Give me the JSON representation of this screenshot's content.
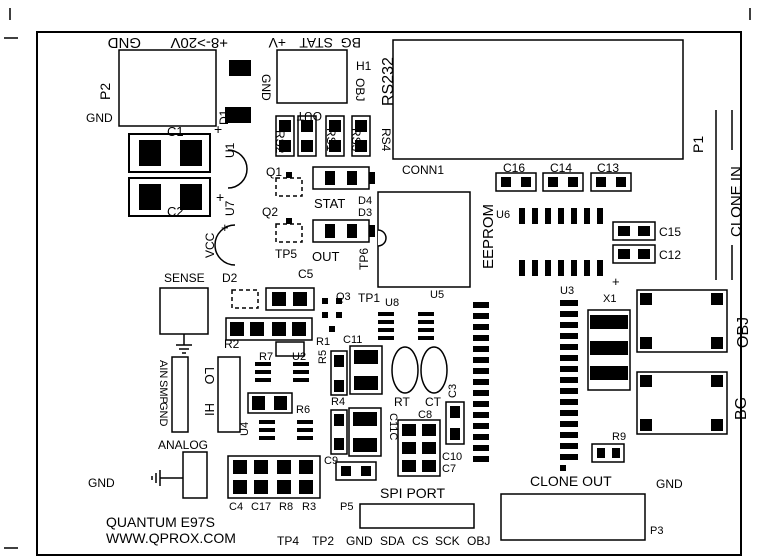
{
  "board": {
    "name": "QUANTUM E97S",
    "url": "WWW.QPROX.COM"
  },
  "labels": {
    "gnd_top": "GND",
    "vin_range": "+8->20V",
    "plus_v": "+V",
    "stat_top": "STAT",
    "bg_top": "BG",
    "h1": "H1",
    "obj_rot": "OBJ",
    "gnd_rot": "GND",
    "out_rot": "OUT",
    "rs232": "RS232",
    "p2": "P2",
    "gnd_left": "GND",
    "d1": "D1",
    "c1": "C1",
    "u1": "U1",
    "rs2": "RS2",
    "rs3": "RS3",
    "rs4": "RS4",
    "rs1": "RS1",
    "conn1": "CONN1",
    "p1": "P1",
    "clone_in": "CLONE IN",
    "c16": "C16",
    "c14": "C14",
    "c13": "C13",
    "q1": "Q1",
    "q2": "Q2",
    "stat_mid": "STAT",
    "d4": "D4",
    "d3": "D3",
    "u6": "U6",
    "c2": "C2",
    "u7": "U7",
    "vcc": "VCC",
    "c15": "C15",
    "c12": "C12",
    "tp5": "TP5",
    "out_mid": "OUT",
    "tp6": "TP6",
    "eeprom": "EEPROM",
    "c5": "C5",
    "sense": "SENSE",
    "d2": "D2",
    "q3": "Q3",
    "tp1": "TP1",
    "u8": "U8",
    "u5": "U5",
    "u3": "U3",
    "x1": "X1",
    "obj_right": "OBJ",
    "r1": "R1",
    "r2": "R2",
    "c11": "C11",
    "r7": "R7",
    "u2": "U2",
    "r5": "R5",
    "ain": "AIN",
    "smp": "SMP",
    "gnd_side": "GND",
    "lo": "LO",
    "hi": "HI",
    "rt": "RT",
    "ct": "CT",
    "c3": "C3",
    "r4": "R4",
    "r6": "R6",
    "c1c": "C11C",
    "c8": "C8",
    "bg_right": "BG",
    "u4": "U4",
    "analog": "ANALOG",
    "r9": "R9",
    "c9": "C9",
    "c10": "C10",
    "c7": "C7",
    "clone_out": "CLONE OUT",
    "gnd_bl": "GND",
    "gnd_br": "GND",
    "c4": "C4",
    "c17": "C17",
    "r8": "R8",
    "r3": "R3",
    "spi_port": "SPI PORT",
    "p5": "P5",
    "p3": "P3",
    "tp4": "TP4",
    "tp2": "TP2",
    "gnd_bot": "GND",
    "sda": "SDA",
    "cs": "CS",
    "sck": "SCK",
    "obj_bot": "OBJ",
    "plus_c1": "+",
    "plus_c2": "+",
    "plus_vcc": "+",
    "plus_x1": "+"
  }
}
